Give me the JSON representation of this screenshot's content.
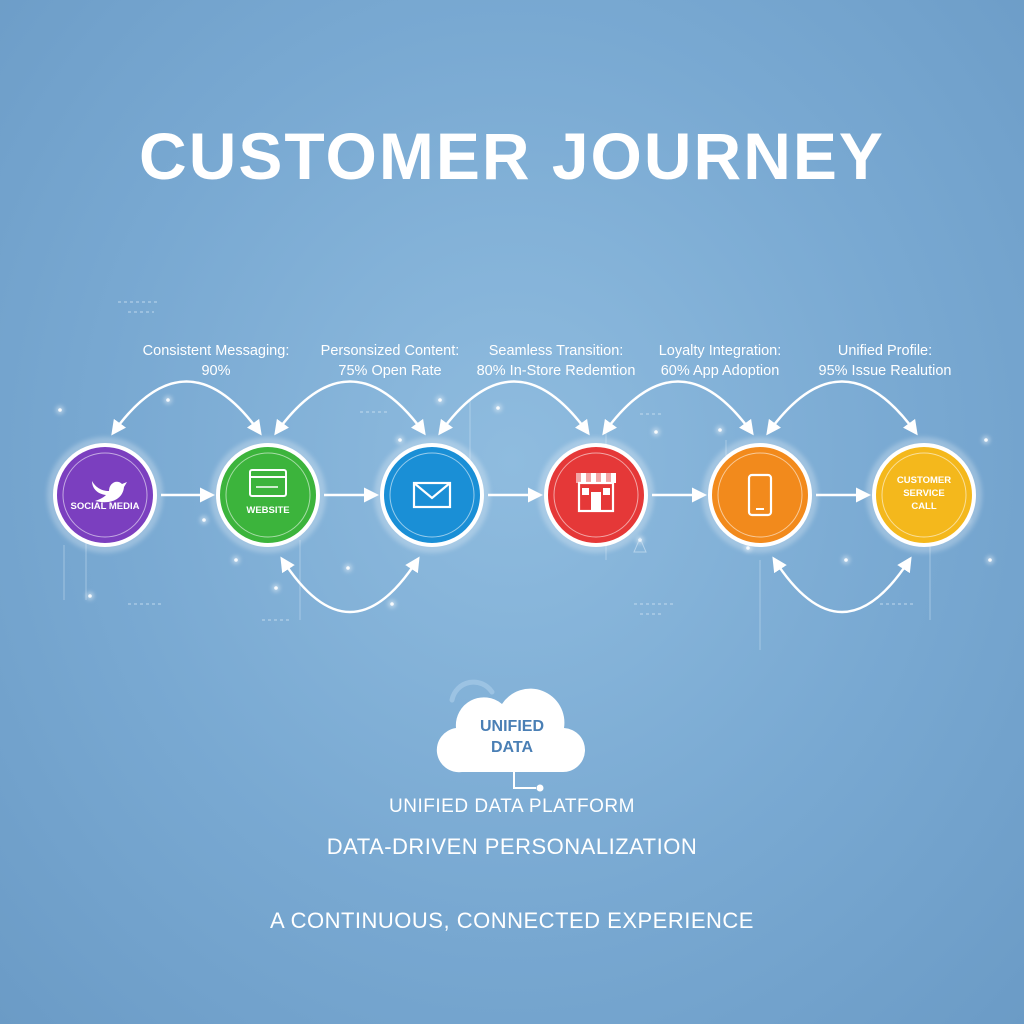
{
  "title": "CUSTOMER JOURNEY",
  "metrics": [
    {
      "label": "Consistent Messaging:",
      "value": "90%"
    },
    {
      "label": "Personsized Content:",
      "value": "75% Open Rate"
    },
    {
      "label": "Seamless Transition:",
      "value": "80% In-Store Redemtion"
    },
    {
      "label": "Loyalty Integration:",
      "value": "60% App Adoption"
    },
    {
      "label": "Unified Profile:",
      "value": "95% Issue Realution"
    }
  ],
  "nodes": [
    {
      "name": "social-media",
      "label_lines": [
        "SOCIAL MEDIA"
      ],
      "icon": "bird-icon",
      "color": "#7b3fbf"
    },
    {
      "name": "website",
      "label_lines": [
        "WEBSITE"
      ],
      "icon": "browser-window-icon",
      "color": "#3cb43c"
    },
    {
      "name": "email",
      "label_lines": [],
      "icon": "envelope-icon",
      "color": "#1a8fd6"
    },
    {
      "name": "store",
      "label_lines": [],
      "icon": "storefront-icon",
      "color": "#e53838"
    },
    {
      "name": "mobile-app",
      "label_lines": [],
      "icon": "smartphone-icon",
      "color": "#f28a1c"
    },
    {
      "name": "customer-service-call",
      "label_lines": [
        "CUSTOMER",
        "SERVICE",
        "CALL"
      ],
      "icon": "",
      "color": "#f4b81c"
    }
  ],
  "cloud": {
    "lines": [
      "UNIFIED",
      "DATA"
    ],
    "icon": "cloud-icon"
  },
  "footer": {
    "platform": "UNIFIED DATA PLATFORM",
    "personalization": "DATA-DRIVEN PERSONALIZATION",
    "tagline": "A CONTINUOUS, CONNECTED EXPERIENCE"
  }
}
